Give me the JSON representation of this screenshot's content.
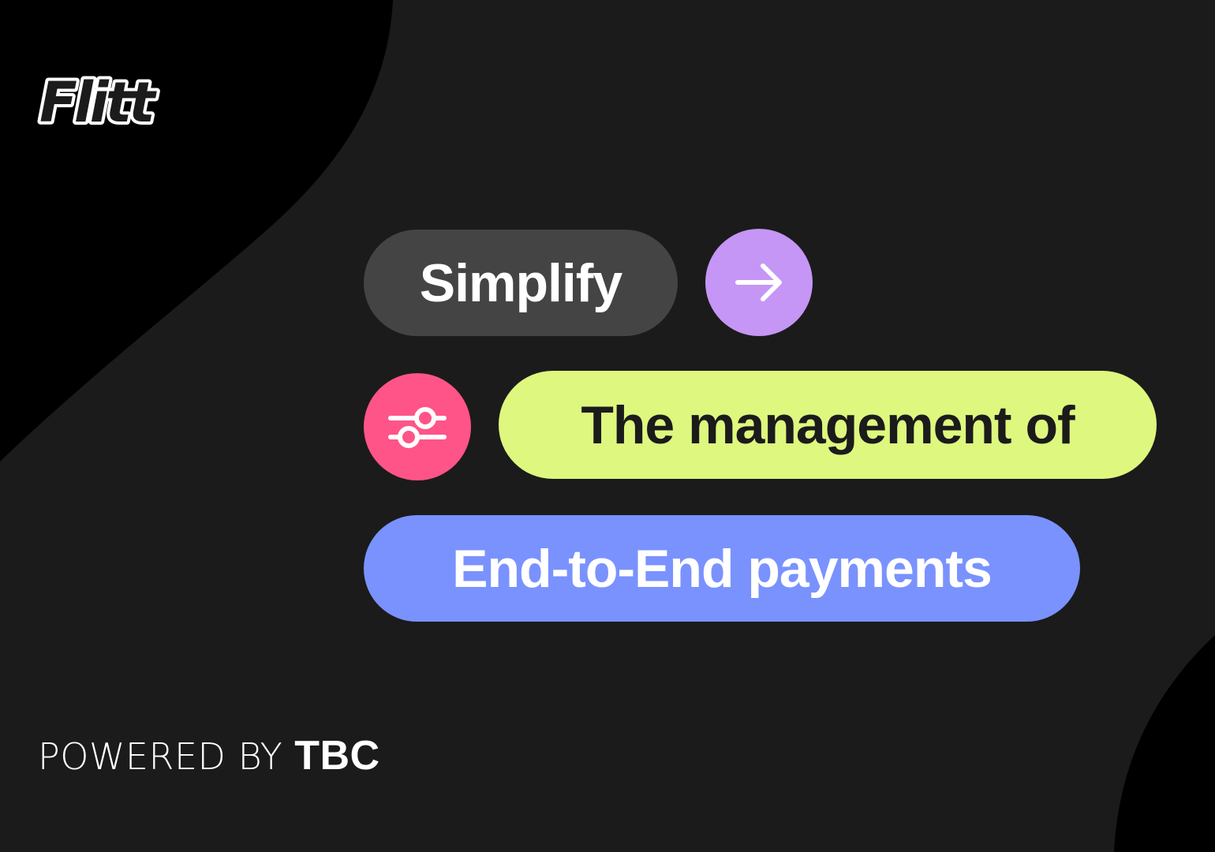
{
  "brand": {
    "logo_text": "Flitt",
    "colors": {
      "background": "#1b1b1b",
      "blob": "#000000",
      "pill_gray": "#444444",
      "pill_lime": "#def77e",
      "pill_blue": "#7a92fe",
      "circle_purple": "#c596f5",
      "circle_pink": "#ff5487",
      "text_light": "#ffffff",
      "text_dark": "#1b1b1b"
    }
  },
  "headline": {
    "line1": {
      "text": "Simplify",
      "icon": "arrow-right-icon"
    },
    "line2": {
      "text": "The management of",
      "icon": "sliders-icon"
    },
    "line3": {
      "text": "End-to-End payments"
    }
  },
  "footer": {
    "prefix": "POWERED BY",
    "brand": "TBC"
  }
}
